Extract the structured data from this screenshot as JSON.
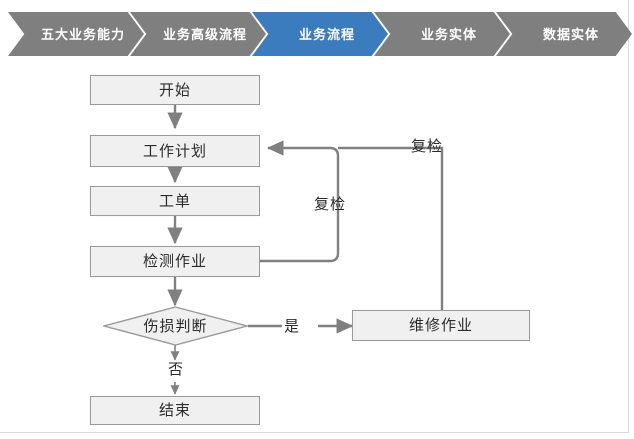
{
  "breadcrumb": {
    "items": [
      {
        "label": "五大业务能力",
        "state": "inactive",
        "color": "#7f7f7f"
      },
      {
        "label": "业务高级流程",
        "state": "inactive",
        "color": "#7f7f7f"
      },
      {
        "label": "业务流程",
        "state": "active",
        "color": "#3a7cbe"
      },
      {
        "label": "业务实体",
        "state": "inactive",
        "color": "#7f7f7f"
      },
      {
        "label": "数据实体",
        "state": "inactive",
        "color": "#7f7f7f"
      }
    ]
  },
  "flow": {
    "nodes": {
      "start": {
        "label": "开始",
        "shape": "rect"
      },
      "work_plan": {
        "label": "工作计划",
        "shape": "rect"
      },
      "work_order": {
        "label": "工单",
        "shape": "rect"
      },
      "inspection_task": {
        "label": "检测作业",
        "shape": "rect"
      },
      "damage_decision": {
        "label": "伤损判断",
        "shape": "diamond"
      },
      "repair_task": {
        "label": "维修作业",
        "shape": "rect"
      },
      "end": {
        "label": "结束",
        "shape": "rect"
      }
    },
    "edge_labels": {
      "recheck_inner": "复检",
      "recheck_outer": "复检",
      "yes": "是",
      "no": "否"
    }
  },
  "colors": {
    "accent": "#3a7cbe",
    "inactive": "#7f7f7f",
    "node_fill": "#f0f0f0",
    "node_stroke": "#9a9a9a",
    "connector": "#808080",
    "text": "#2b2b2b"
  }
}
